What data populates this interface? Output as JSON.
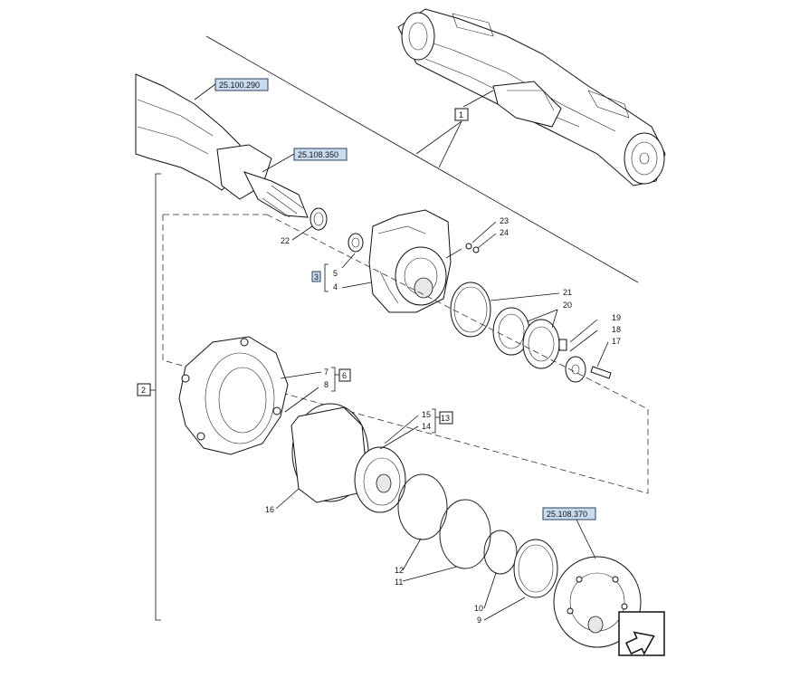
{
  "references": {
    "r1": "25.100.290",
    "r2": "25.108.350",
    "r3": "25.108.370"
  },
  "groups": {
    "g1": "1",
    "g2": "2",
    "g3": "3",
    "g6": "6",
    "g13": "13"
  },
  "callouts": {
    "c4": "4",
    "c5": "5",
    "c7": "7",
    "c8": "8",
    "c9": "9",
    "c10": "10",
    "c11": "11",
    "c12": "12",
    "c14": "14",
    "c15": "15",
    "c16": "16",
    "c17": "17",
    "c18": "18",
    "c19": "19",
    "c20": "20",
    "c21": "21",
    "c22": "22",
    "c23": "23",
    "c24": "24"
  },
  "icons": {
    "nav": "next-page-arrow-icon"
  }
}
